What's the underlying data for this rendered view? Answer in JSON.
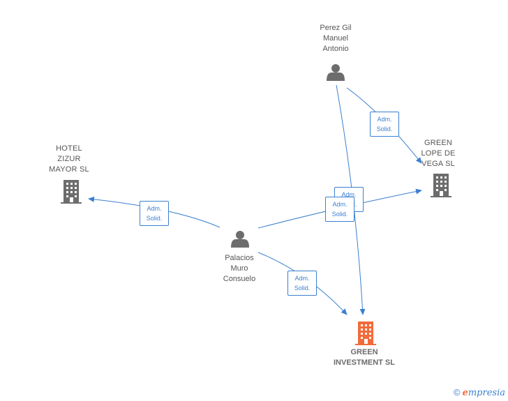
{
  "nodes": {
    "perez": {
      "label": "Perez Gil\nManuel\nAntonio",
      "type": "person"
    },
    "palacios": {
      "label": "Palacios\nMuro\nConsuelo",
      "type": "person"
    },
    "hotel": {
      "label": "HOTEL\nZIZUR\nMAYOR SL",
      "type": "company"
    },
    "lope": {
      "label": "GREEN\nLOPE DE\nVEGA SL",
      "type": "company"
    },
    "investment": {
      "label": "GREEN\nINVESTMENT SL",
      "type": "company-target"
    }
  },
  "edges": [
    {
      "id": "perez-lope",
      "label": "Adm.\nSolid."
    },
    {
      "id": "perez-investment",
      "label": "Adm.\nSolid."
    },
    {
      "id": "palacios-hotel",
      "label": "Adm.\nSolid."
    },
    {
      "id": "palacios-lope",
      "label": "Adm.\nSolid."
    },
    {
      "id": "palacios-investment",
      "label": "Adm.\nSolid."
    }
  ],
  "colors": {
    "edge": "#3b7fd0",
    "person": "#6d6d6d",
    "company": "#6d6d6d",
    "target": "#f26b3a"
  },
  "brand": {
    "copyright": "©",
    "name_initial": "e",
    "name_rest": "mpresia"
  }
}
